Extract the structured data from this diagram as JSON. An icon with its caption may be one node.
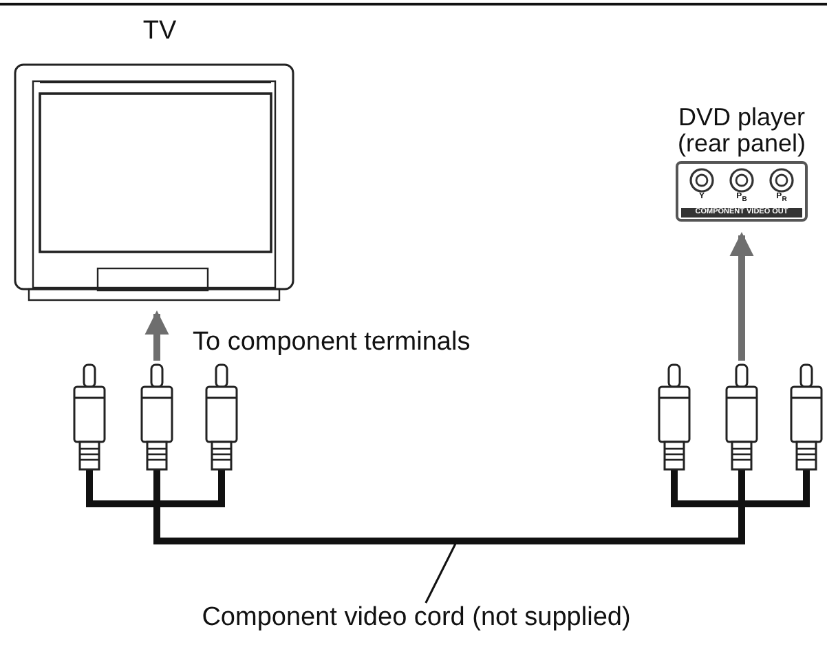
{
  "diagram": {
    "nodes": [
      {
        "text": [
          "TV"
        ]
      },
      {
        "text": [
          "DVD player (rear panel)"
        ]
      },
      {
        "text": [],
        "shape": "picture"
      },
      {
        "text": [],
        "shape": "picture"
      },
      {
        "text": [
          "Component video cord (not supplied)"
        ]
      }
    ],
    "edges": [
      {
        "from": 2,
        "to": 0,
        "arrow": "to",
        "label": "To component terminals"
      },
      {
        "from": 3,
        "to": 1,
        "arrow": "to"
      },
      {
        "from": 2,
        "to": 3,
        "arrow": "none",
        "color": "#111111"
      },
      {
        "from": 4,
        "to": null,
        "arrow": "none",
        "color": "#111111"
      }
    ],
    "labels": [
      "Y",
      "P$_{B}$",
      "P$_{R}$",
      "COMPONENT VIDEO OUT"
    ]
  }
}
